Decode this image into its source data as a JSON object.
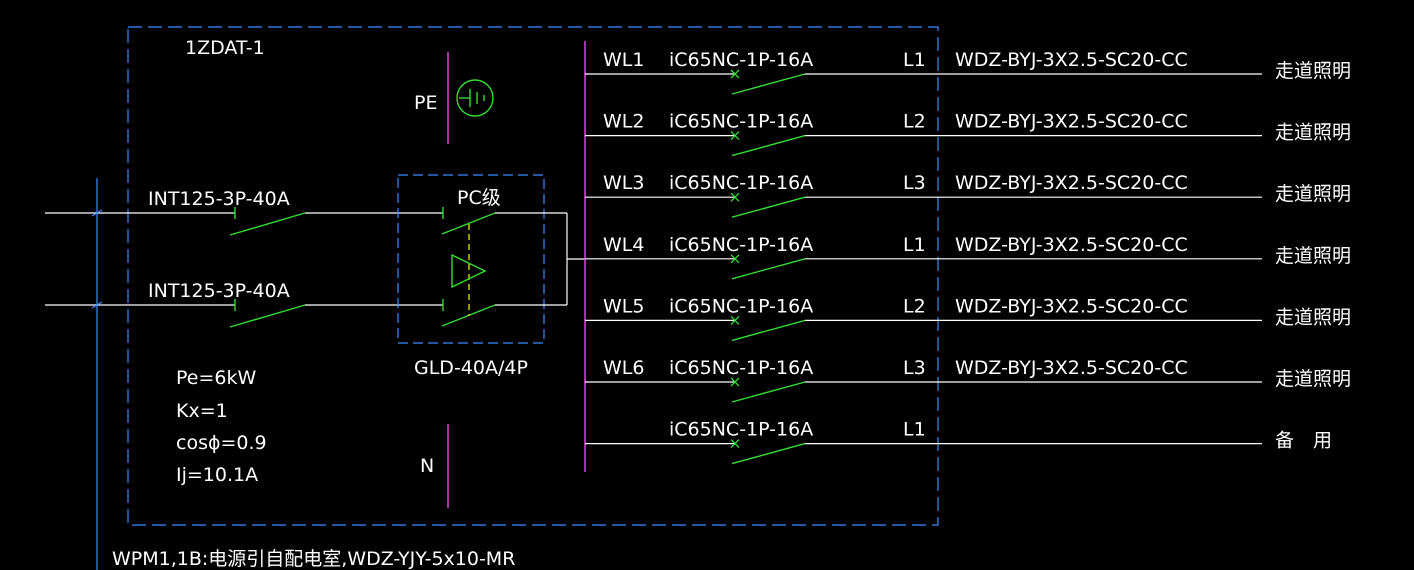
{
  "panel": {
    "name": "1ZDAT-1",
    "pe_label": "PE",
    "n_label": "N",
    "load_info": [
      "Pe=6kW",
      "Kx=1",
      "cosϕ=0.9",
      "Ij=10.1A"
    ]
  },
  "incoming": {
    "breaker_1": "INT125-3P-40A",
    "breaker_2": "INT125-3P-40A",
    "transfer_switch_class": "PC级",
    "transfer_switch_model": "GLD-40A/4P",
    "feeder_note": "WPM1,1B:电源引自配电室,WDZ-YJY-5x10-MR"
  },
  "circuits": [
    {
      "id": "WL1",
      "breaker": "iC65NC-1P-16A",
      "phase": "L1",
      "cable": "WDZ-BYJ-3X2.5-SC20-CC",
      "load": "走道照明"
    },
    {
      "id": "WL2",
      "breaker": "iC65NC-1P-16A",
      "phase": "L2",
      "cable": "WDZ-BYJ-3X2.5-SC20-CC",
      "load": "走道照明"
    },
    {
      "id": "WL3",
      "breaker": "iC65NC-1P-16A",
      "phase": "L3",
      "cable": "WDZ-BYJ-3X2.5-SC20-CC",
      "load": "走道照明"
    },
    {
      "id": "WL4",
      "breaker": "iC65NC-1P-16A",
      "phase": "L1",
      "cable": "WDZ-BYJ-3X2.5-SC20-CC",
      "load": "走道照明"
    },
    {
      "id": "WL5",
      "breaker": "iC65NC-1P-16A",
      "phase": "L2",
      "cable": "WDZ-BYJ-3X2.5-SC20-CC",
      "load": "走道照明"
    },
    {
      "id": "WL6",
      "breaker": "iC65NC-1P-16A",
      "phase": "L3",
      "cable": "WDZ-BYJ-3X2.5-SC20-CC",
      "load": "走道照明"
    },
    {
      "id": "",
      "breaker": "iC65NC-1P-16A",
      "phase": "L1",
      "cable": "",
      "load": "备　用"
    }
  ],
  "colors": {
    "background": "#000000",
    "wire": "#ffffff",
    "switch": "#33dd33",
    "bus": "#e040e0",
    "boundary": "#3d8bff",
    "text": "#ffffff"
  }
}
